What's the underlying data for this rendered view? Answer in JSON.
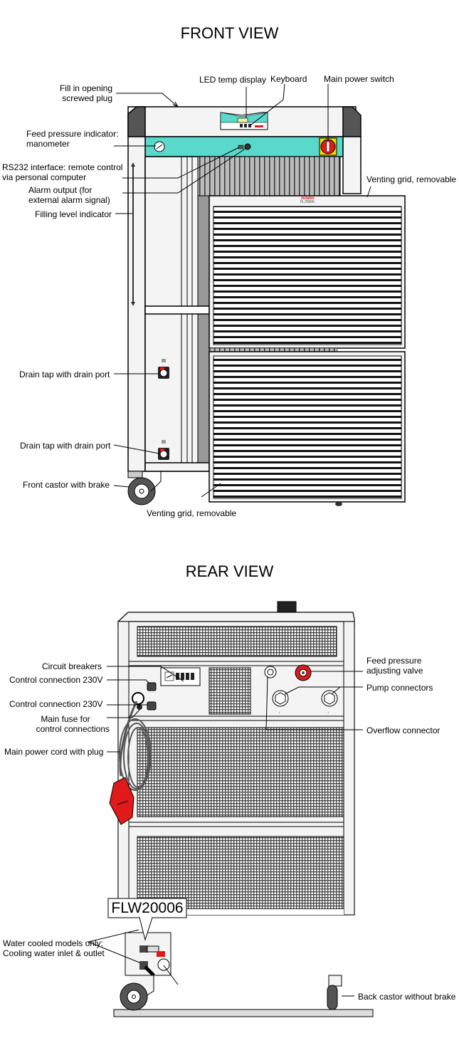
{
  "front": {
    "title": "FRONT VIEW",
    "labels": {
      "fill_opening_1": "Fill in opening",
      "fill_opening_2": "screwed plug",
      "led_display": "LED temp display",
      "keyboard": "Keyboard",
      "main_power_switch": "Main power switch",
      "feed_pressure_1": "Feed pressure indicator:",
      "feed_pressure_2": "manometer",
      "rs232_1": "RS232 interface: remote control",
      "rs232_2": "via personal computer",
      "alarm_1": "Alarm output (for",
      "alarm_2": "external alarm signal)",
      "filling_level": "Filling level indicator",
      "venting_grid_top": "Venting grid, removable",
      "drain_tap_1": "Drain tap with drain port",
      "drain_tap_2": "Drain tap with drain port",
      "front_castor": "Front castor with brake",
      "venting_grid_bottom": "Venting grid, removable"
    },
    "brand": "Julabo",
    "model_plate": "FL20006"
  },
  "rear": {
    "title": "REAR VIEW",
    "labels": {
      "circuit_breakers": "Circuit breakers",
      "control_230_1": "Control connection 230V",
      "control_230_2": "Control connection 230V",
      "main_fuse_1": "Main fuse for",
      "main_fuse_2": "control connections",
      "power_cord": "Main power cord with plug",
      "feed_valve_1": "Feed pressure",
      "feed_valve_2": "adjusting valve",
      "pump_connectors": "Pump connectors",
      "overflow": "Overflow connector",
      "water_cooled_1": "Water cooled models only:",
      "water_cooled_2": "Cooling water inlet & outlet",
      "back_castor": "Back castor without brake"
    },
    "model_badge": "FLW20006"
  },
  "colors": {
    "teal": "#5ad8cc",
    "red": "#e01a1a",
    "yellow": "#f0e000",
    "dark_gray": "#555555",
    "panel": "#f4f4f4"
  }
}
